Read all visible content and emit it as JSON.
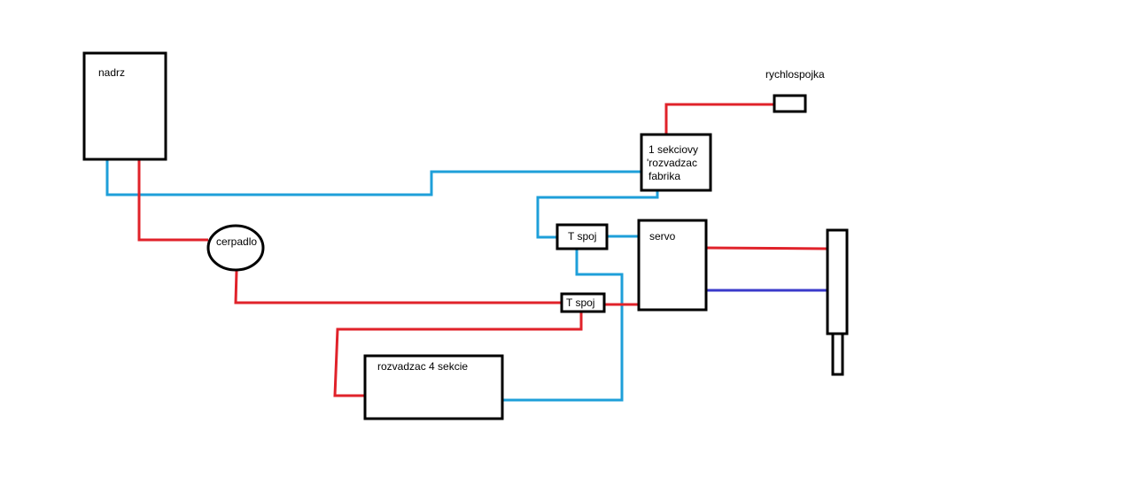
{
  "diagram": {
    "colors": {
      "pressure_line": "#e0222a",
      "return_line": "#1e9fd9",
      "cylinder_second_line": "#3a3acb",
      "outline": "#000000",
      "background": "#ffffff"
    },
    "components": {
      "tank": {
        "label": "nadrz"
      },
      "pump": {
        "label": "cerpadlo"
      },
      "quick_coupler": {
        "label": "rychlospojka"
      },
      "valve_1_section": {
        "label_line1": "1 sekciovy",
        "label_line2": "'rozvadzac",
        "label_line3": "fabrika"
      },
      "tee_upper": {
        "label": "T spoj"
      },
      "tee_lower": {
        "label": "T spoj"
      },
      "servo": {
        "label": "servo"
      },
      "valve_4_section": {
        "label": "rozvadzac 4 sekcie"
      },
      "cylinder": {
        "label": ""
      }
    }
  }
}
